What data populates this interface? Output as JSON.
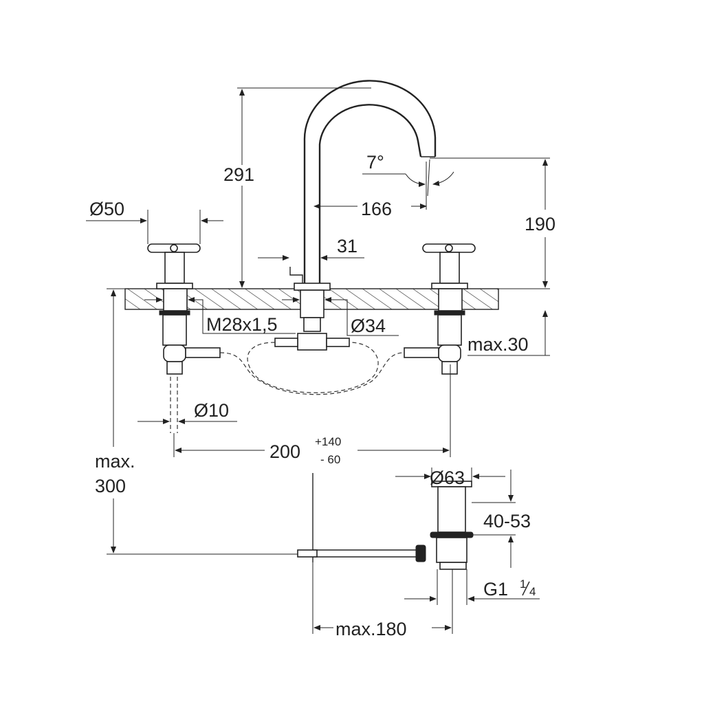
{
  "drawing": {
    "dimensions": {
      "height_total": "291",
      "spout_angle": "7°",
      "spout_reach": "166",
      "spout_height": "190",
      "handle_diameter": "Ø50",
      "spout_diameter": "31",
      "thread": "M28x1,5",
      "hole_diameter": "Ø34",
      "max_thickness": "max.30",
      "hose_diameter": "Ø10",
      "spread": "200",
      "spread_plus": "+140",
      "spread_minus": "- 60",
      "max_depth_1": "max.",
      "max_depth_2": "300",
      "drain_diameter": "Ø63",
      "drain_range": "40-53",
      "drain_thread": "G1",
      "drain_thread_frac_num": "1",
      "drain_thread_frac_den": "4",
      "max_rod": "max.180"
    },
    "colors": {
      "line": "#222222",
      "background": "#ffffff"
    }
  }
}
